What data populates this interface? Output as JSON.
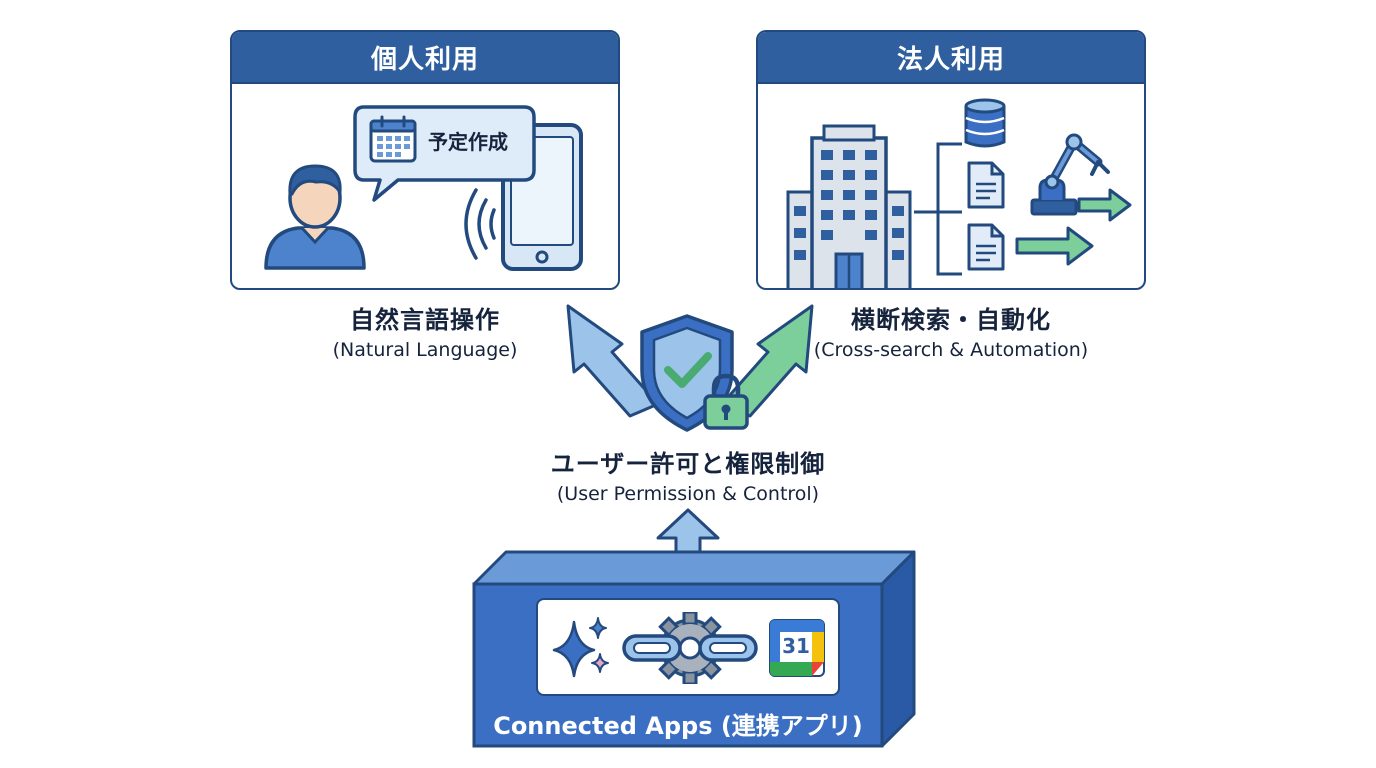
{
  "personal": {
    "title": "個人利用",
    "bubble_text": "予定作成",
    "label_jp": "自然言語操作",
    "label_en": "(Natural Language)"
  },
  "business": {
    "title": "法人利用",
    "label_jp": "横断検索・自動化",
    "label_en": "(Cross-search & Automation)"
  },
  "control": {
    "label_jp": "ユーザー許可と権限制御",
    "label_en": "(User Permission & Control)"
  },
  "connected": {
    "label": "Connected Apps (連携アプリ)",
    "calendar_number": "31"
  },
  "colors": {
    "navy": "#234a7e",
    "header_blue": "#2f5f9e",
    "light_blue": "#9cc3ea",
    "green": "#7ccf9a",
    "base_blue": "#3a6fc3"
  },
  "icons": [
    "person-icon",
    "calendar-icon",
    "smartphone-icon",
    "sound-wave-icon",
    "building-icon",
    "database-icon",
    "document-icon",
    "robot-arm-icon",
    "shield-check-icon",
    "padlock-icon",
    "sparkle-icon",
    "chain-gear-icon",
    "google-calendar-icon"
  ]
}
